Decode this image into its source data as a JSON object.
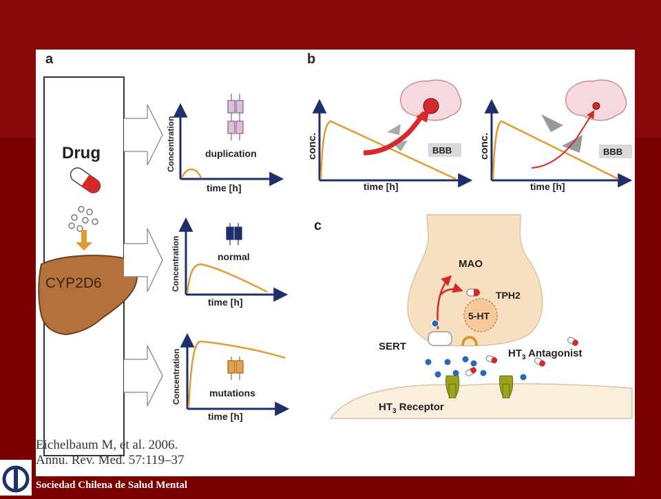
{
  "panel_a": {
    "letter": "a",
    "drug_label": "Drug",
    "enzyme_label": "CYP2D6",
    "y_axis_label": "Concentration",
    "x_axis_label": "time [h]",
    "phenotypes": [
      "duplication",
      "normal",
      "mutations"
    ]
  },
  "panel_b": {
    "letter": "b",
    "y_axis_label": "conc.",
    "x_axis_label": "time [h]",
    "barrier_label": "BBB"
  },
  "panel_c": {
    "letter": "c",
    "mao_label": "MAO",
    "tph2_label": "TPH2",
    "serotonin_label": "5-HT",
    "sert_label": "SERT",
    "antagonist_label": "HT",
    "antagonist_sub": "3",
    "antagonist_suffix": " Antagonist",
    "receptor_label": "HT",
    "receptor_sub": "3",
    "receptor_suffix": " Receptor"
  },
  "citation": {
    "line1": "Eichelbaum M, et al. 2006.",
    "line2": "Annu. Rev. Med. 57:119–37"
  },
  "footer": {
    "organization": "Sociedad Chilena de Salud Mental"
  },
  "colors": {
    "background": "#7a0000",
    "curve": "#e39a2e",
    "arrow_red": "#d42a2a",
    "axis_blue": "#1f2f6b",
    "liver": "#b5713c"
  }
}
